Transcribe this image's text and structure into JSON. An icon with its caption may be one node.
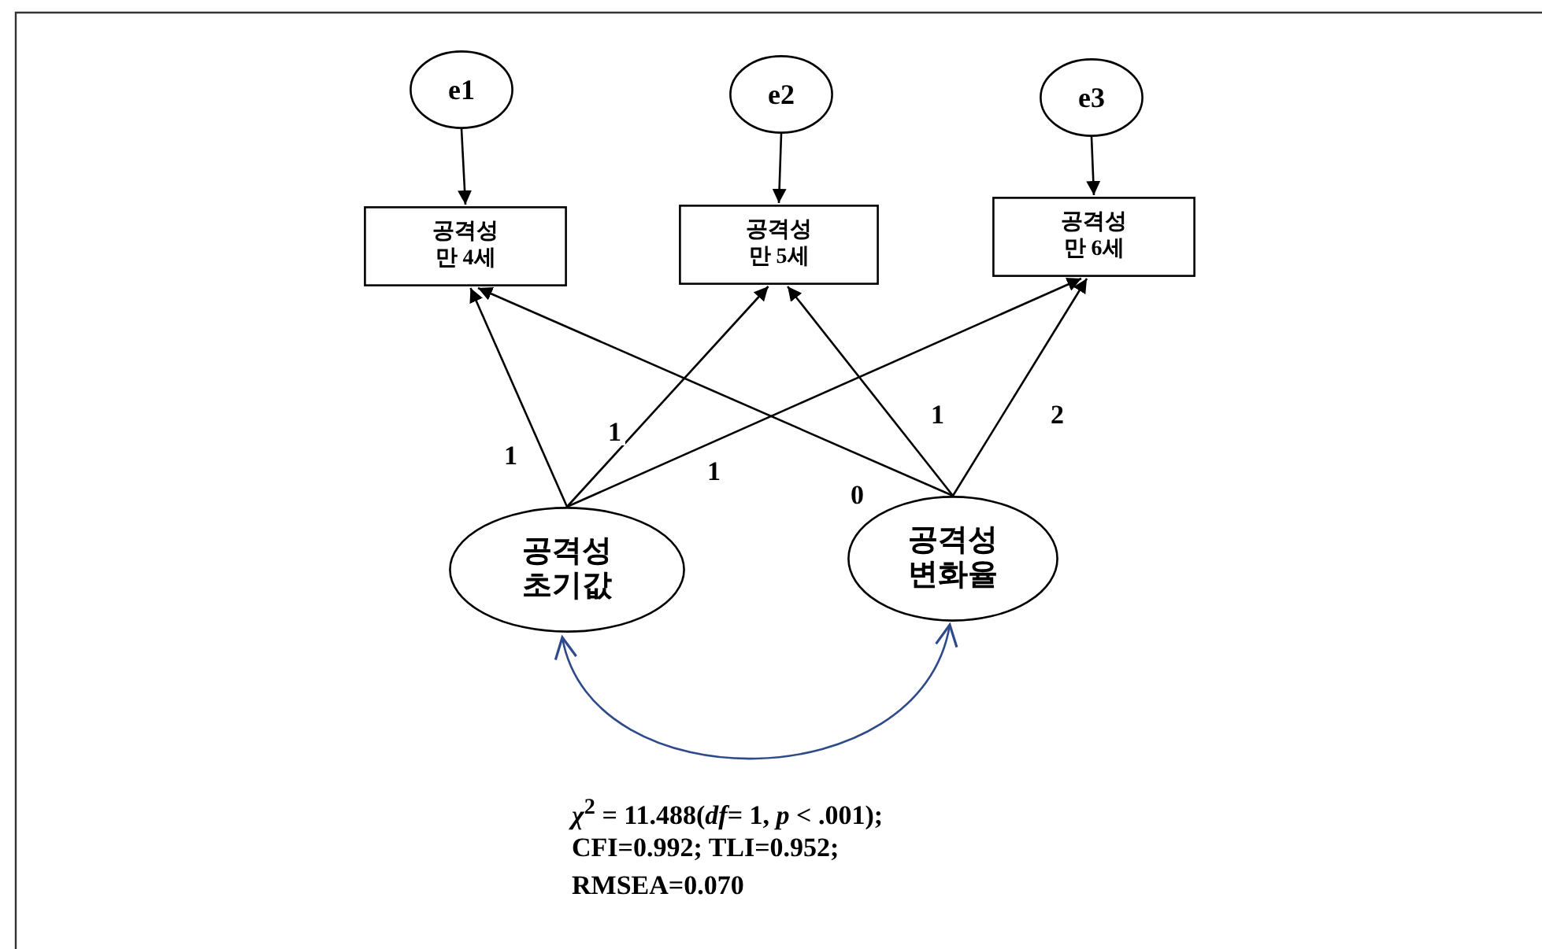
{
  "diagram": {
    "nodes": [
      {
        "text": [
          "e1"
        ]
      },
      {
        "text": [
          "e2"
        ]
      },
      {
        "text": [
          "e3"
        ]
      },
      {
        "text": [
          "공격성 만 4세"
        ]
      },
      {
        "text": [
          "공격성 만 5세"
        ]
      },
      {
        "text": [
          "공격성 만 6세"
        ]
      },
      {
        "text": [
          "공격성 초기값"
        ]
      },
      {
        "text": [
          "공격성 변화율"
        ]
      }
    ],
    "edges": [
      {
        "from": 0,
        "to": 3,
        "arrow": "to"
      },
      {
        "from": 1,
        "to": 4,
        "arrow": "to"
      },
      {
        "from": 2,
        "to": 5,
        "arrow": "to"
      },
      {
        "from": 6,
        "to": 3,
        "arrow": "to",
        "label": "1"
      },
      {
        "from": 6,
        "to": 4,
        "arrow": "to",
        "label": "1"
      },
      {
        "from": 6,
        "to": 5,
        "arrow": "to",
        "label": "1"
      },
      {
        "from": 7,
        "to": 3,
        "arrow": "to",
        "label": "0"
      },
      {
        "from": 7,
        "to": 4,
        "arrow": "to",
        "label": "1"
      },
      {
        "from": 7,
        "to": 5,
        "arrow": "to",
        "label": "2"
      },
      {
        "from": 6,
        "to": 7,
        "arrow": "both",
        "color": "#2f4a8a"
      }
    ],
    "labels": [
      "*χ*$^{2}$ = 11.488(*df*= 1, *p* < .001);",
      "CFI=0.992; TLI=0.952;",
      "RMSEA=0.070"
    ]
  }
}
